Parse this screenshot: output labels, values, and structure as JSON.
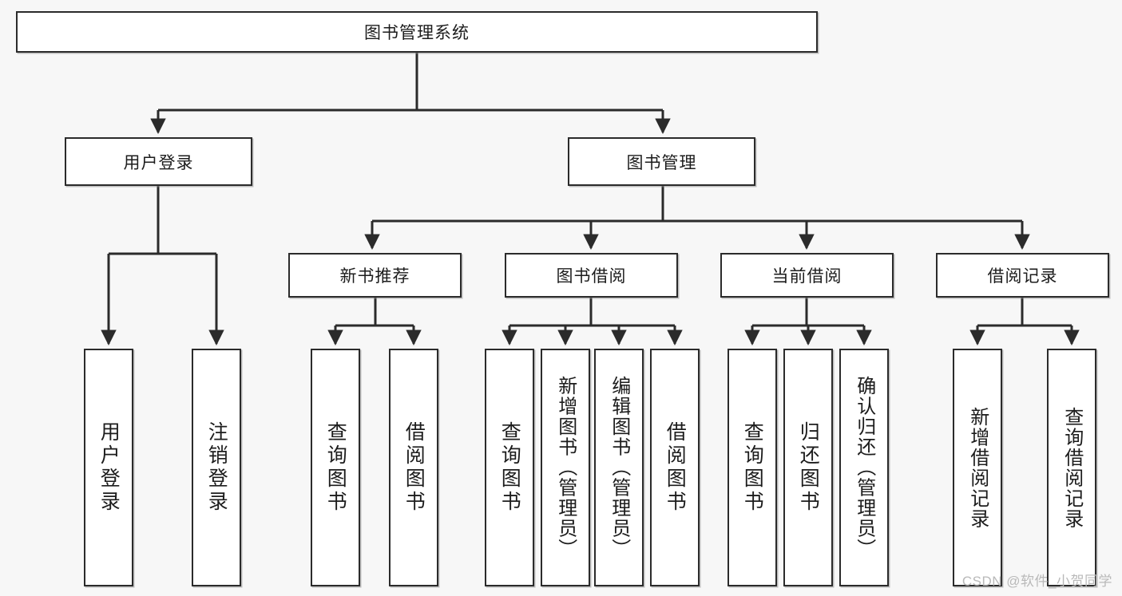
{
  "diagram": {
    "title": "图书管理系统",
    "type": "tree",
    "background_color": "#f7f7f7",
    "node_fill": "#ffffff",
    "node_border": "#2b2b2b",
    "edge_color": "#2b2b2b",
    "root": {
      "label": "图书管理系统"
    },
    "level2": [
      {
        "label": "用户登录"
      },
      {
        "label": "图书管理"
      }
    ],
    "level3": [
      {
        "label": "新书推荐"
      },
      {
        "label": "图书借阅"
      },
      {
        "label": "当前借阅"
      },
      {
        "label": "借阅记录"
      }
    ],
    "leaves": [
      {
        "label": "用户登录",
        "parent": "用户登录"
      },
      {
        "label": "注销登录",
        "parent": "用户登录"
      },
      {
        "label": "查询图书",
        "parent": "新书推荐"
      },
      {
        "label": "借阅图书",
        "parent": "新书推荐"
      },
      {
        "label": "查询图书",
        "parent": "图书借阅"
      },
      {
        "label": "新增图书（管理员）",
        "parent": "图书借阅"
      },
      {
        "label": "编辑图书（管理员）",
        "parent": "图书借阅"
      },
      {
        "label": "借阅图书",
        "parent": "图书借阅"
      },
      {
        "label": "查询图书",
        "parent": "当前借阅"
      },
      {
        "label": "归还图书",
        "parent": "当前借阅"
      },
      {
        "label": "确认归还（管理员）",
        "parent": "当前借阅"
      },
      {
        "label": "新增借阅记录",
        "parent": "借阅记录"
      },
      {
        "label": "查询借阅记录",
        "parent": "借阅记录"
      }
    ]
  },
  "watermark": {
    "text": "CSDN @软件_小贺同学"
  }
}
